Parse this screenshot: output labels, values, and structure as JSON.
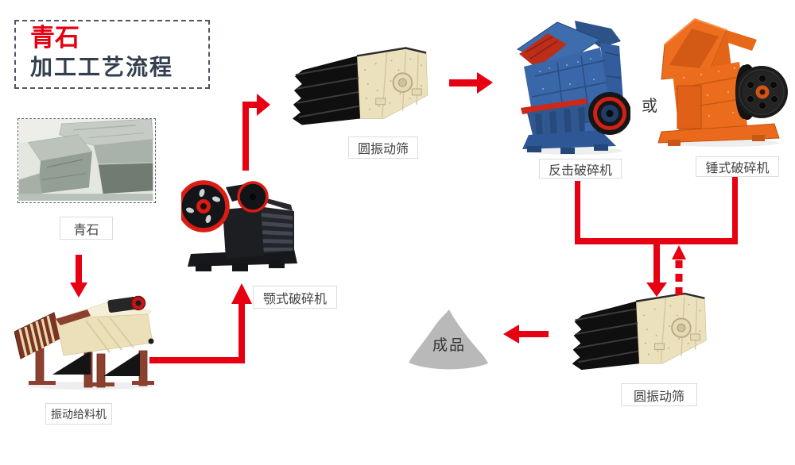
{
  "title": {
    "line1": "青石",
    "line2": "加工工艺流程"
  },
  "labels": {
    "raw_material": "青石",
    "feeder": "振动给料机",
    "jaw_crusher": "颚式破碎机",
    "screen_top": "圆振动筛",
    "impact_crusher": "反击破碎机",
    "or": "或",
    "hammer_crusher": "锤式破碎机",
    "screen_bottom": "圆振动筛",
    "product": "成品"
  },
  "flow_edges": [
    {
      "from": "青石",
      "to": "振动给料机",
      "style": "solid"
    },
    {
      "from": "振动给料机",
      "to": "颚式破碎机",
      "style": "solid"
    },
    {
      "from": "颚式破碎机",
      "to": "圆振动筛",
      "style": "solid"
    },
    {
      "from": "圆振动筛",
      "to": "反击破碎机 或 锤式破碎机",
      "style": "solid"
    },
    {
      "from": "反击破碎机 / 锤式破碎机",
      "to": "圆振动筛",
      "style": "solid"
    },
    {
      "from": "圆振动筛",
      "to": "反击破碎机 / 锤式破碎机",
      "style": "dashed"
    },
    {
      "from": "圆振动筛",
      "to": "成品",
      "style": "solid"
    }
  ],
  "colors": {
    "arrow_red": "#e60012",
    "title_accent": "#e60012",
    "title_dark": "#333f4e",
    "label_border": "#dcdcdc",
    "label_text": "#414141",
    "machine_blue": "#3a67a9",
    "machine_orange": "#ec6c1d",
    "machine_cream": "#ebe0ba",
    "machine_maroon": "#8c4030",
    "machine_black": "#17181b",
    "product_gray": "#b9b9b9"
  }
}
